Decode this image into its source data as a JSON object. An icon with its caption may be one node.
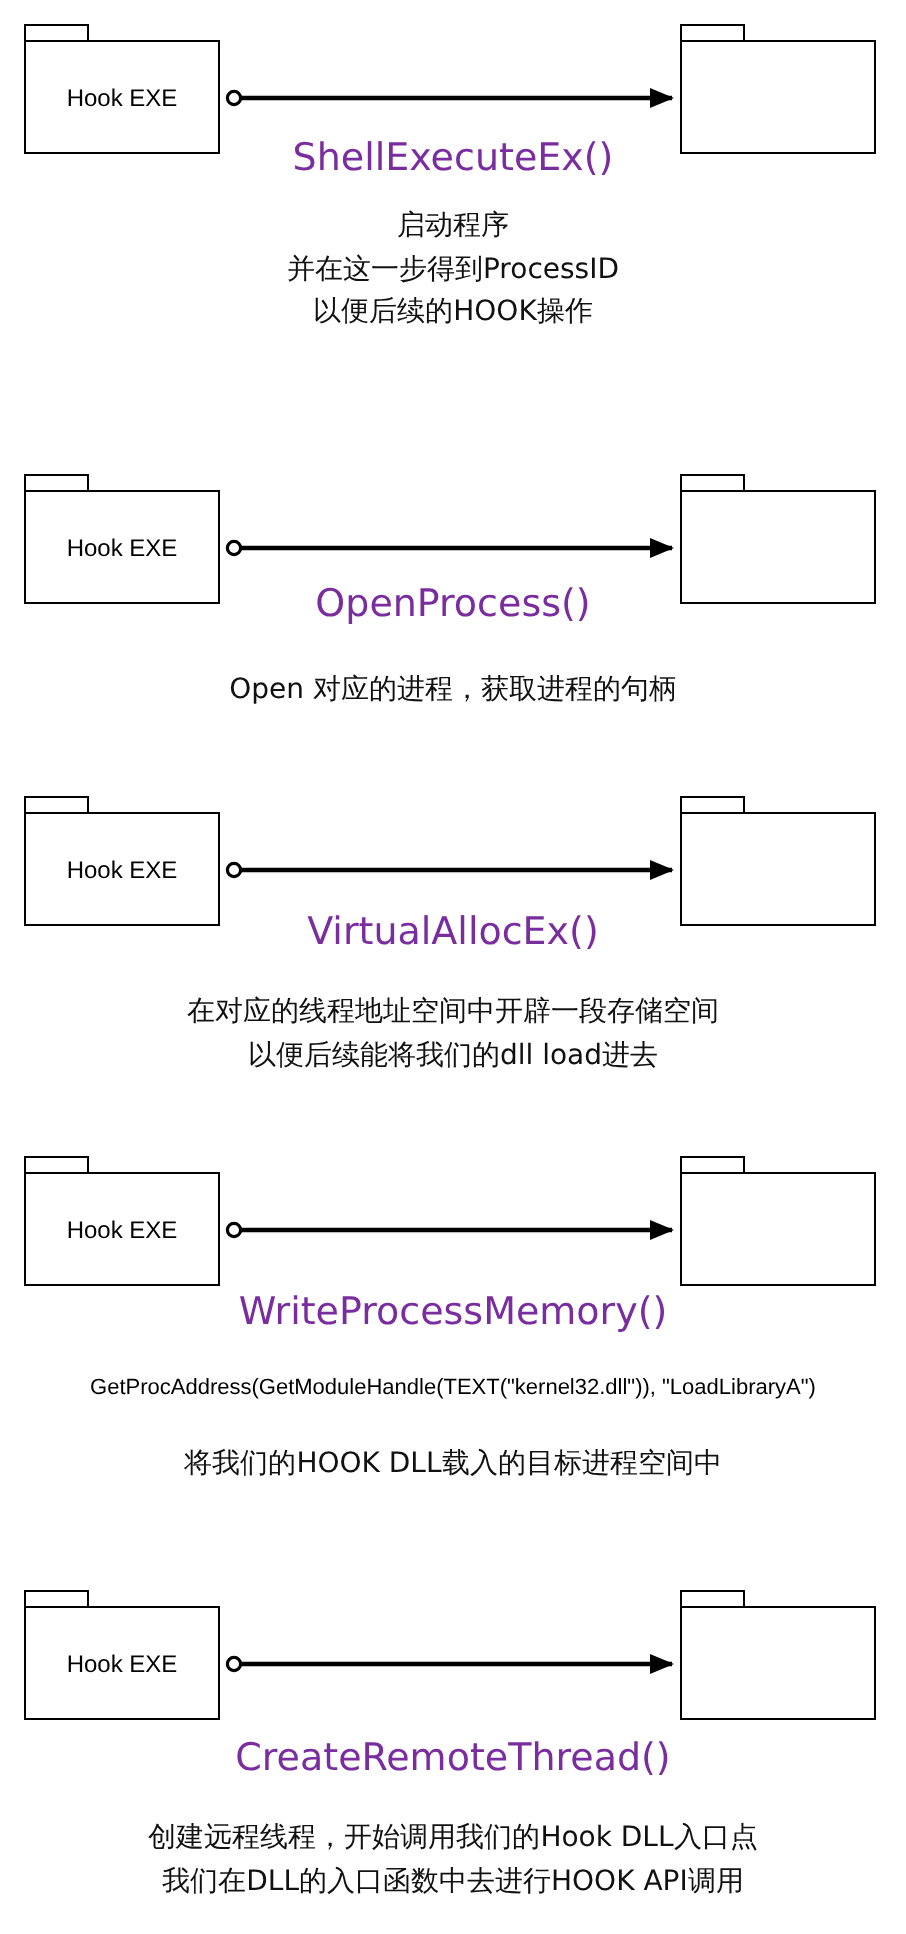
{
  "diagram": {
    "nodes": [
      {
        "text": [
          "Hook EXE"
        ]
      },
      {
        "text": [],
        "shape": "folder"
      },
      {
        "text": [
          "Hook EXE"
        ]
      },
      {
        "text": [],
        "shape": "folder"
      },
      {
        "text": [
          "Hook EXE"
        ]
      },
      {
        "text": [],
        "shape": "folder"
      },
      {
        "text": [
          "Hook EXE"
        ]
      },
      {
        "text": [],
        "shape": "folder"
      },
      {
        "text": [
          "Hook EXE"
        ]
      },
      {
        "text": [],
        "shape": "folder"
      }
    ],
    "edges": [
      {
        "from": 0,
        "to": 1,
        "arrow": "to",
        "label": "ShellExecuteEx()"
      },
      {
        "from": 2,
        "to": 3,
        "arrow": "to",
        "label": "OpenProcess()"
      },
      {
        "from": 4,
        "to": 5,
        "arrow": "to",
        "label": "VirtualAllocEx()"
      },
      {
        "from": 6,
        "to": 7,
        "arrow": "to",
        "label": "WriteProcessMemory()"
      },
      {
        "from": 8,
        "to": 9,
        "arrow": "to",
        "label": "CreateRemoteThread()"
      }
    ],
    "labels": [
      "启动程序",
      "并在这一步得到ProcessID",
      "以便后续的HOOK操作",
      "Open 对应的进程，获取进程的句柄",
      "在对应的线程地址空间中开辟一段存储空间",
      "以便后续能将我们的dll load进去",
      "GetProcAddress(GetModuleHandle(TEXT(\"kernel32.dll\")), \"LoadLibraryA\")",
      "将我们的HOOK DLL载入的目标进程空间中",
      "创建远程线程，开始调用我们的Hook DLL入口点",
      "我们在DLL的入口函数中去进行HOOK API调用"
    ]
  }
}
